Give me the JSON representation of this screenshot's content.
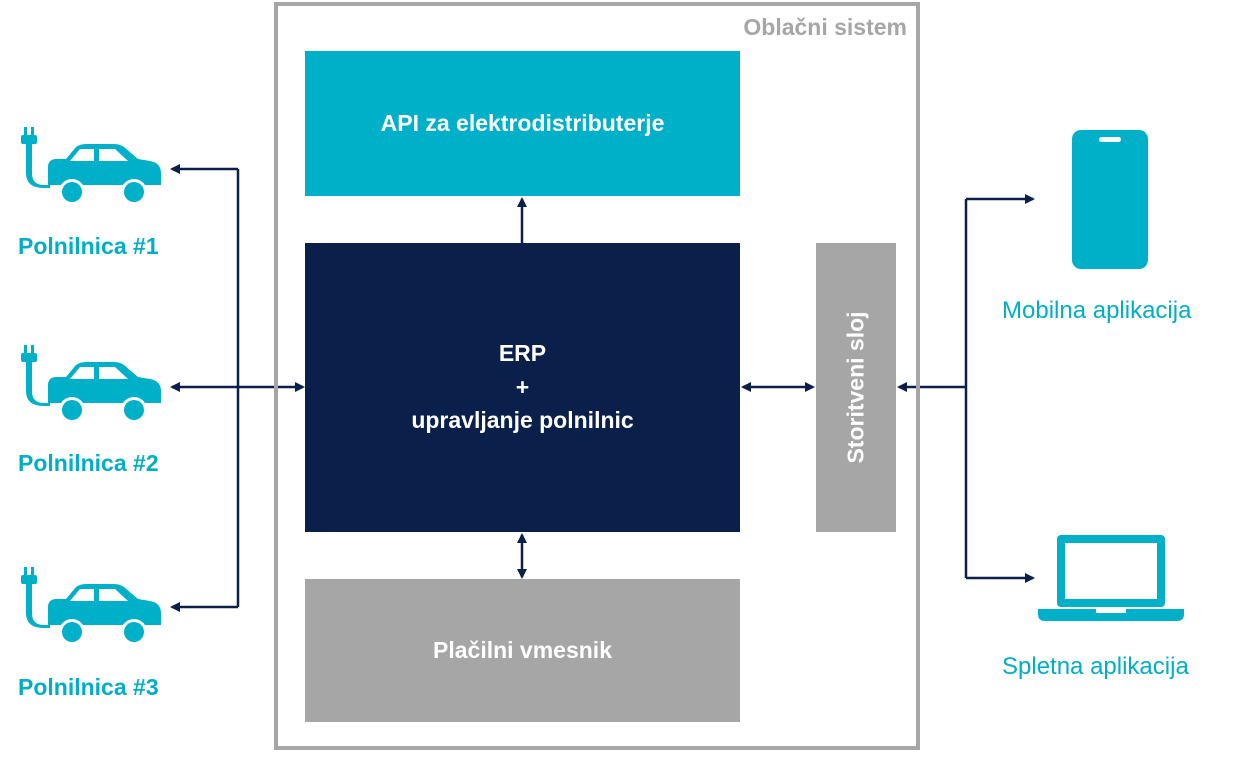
{
  "cloud": {
    "title": "Oblačni sistem"
  },
  "blocks": {
    "api": "API za elektrodistributerje",
    "erp_line1": "ERP",
    "erp_line2": "+",
    "erp_line3": "upravljanje polnilnic",
    "payment": "Plačilni vmesnik",
    "service_layer": "Storitveni sloj"
  },
  "stations": [
    {
      "label": "Polnilnica #1",
      "icon": "ev-car-icon"
    },
    {
      "label": "Polnilnica #2",
      "icon": "ev-car-icon"
    },
    {
      "label": "Polnilnica #3",
      "icon": "ev-car-icon"
    }
  ],
  "apps": [
    {
      "label": "Mobilna aplikacija",
      "icon": "smartphone-icon"
    },
    {
      "label": "Spletna aplikacija",
      "icon": "laptop-icon"
    }
  ],
  "colors": {
    "teal": "#00b0c8",
    "navy": "#0b1f4b",
    "gray": "#a6a6a6",
    "arrow": "#0b1f4b"
  }
}
